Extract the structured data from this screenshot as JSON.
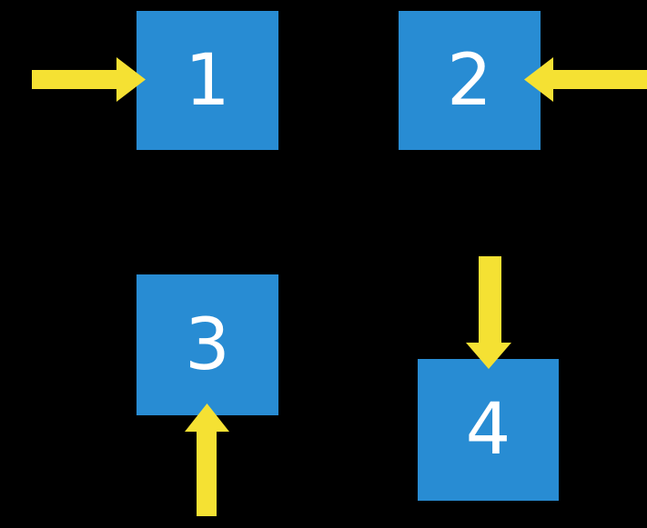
{
  "boxes": [
    {
      "label": "1"
    },
    {
      "label": "2"
    },
    {
      "label": "3"
    },
    {
      "label": "4"
    }
  ],
  "arrows": [
    {
      "icon": "arrow-right-icon",
      "direction": "right",
      "points_to_box": "1"
    },
    {
      "icon": "arrow-left-icon",
      "direction": "left",
      "points_to_box": "2"
    },
    {
      "icon": "arrow-up-icon",
      "direction": "up",
      "points_to_box": "3"
    },
    {
      "icon": "arrow-down-icon",
      "direction": "down",
      "points_to_box": "4"
    }
  ],
  "colors": {
    "background": "#000000",
    "box_fill": "#288CD3",
    "arrow_fill": "#F5E133",
    "label_text": "#FFFFFF"
  }
}
